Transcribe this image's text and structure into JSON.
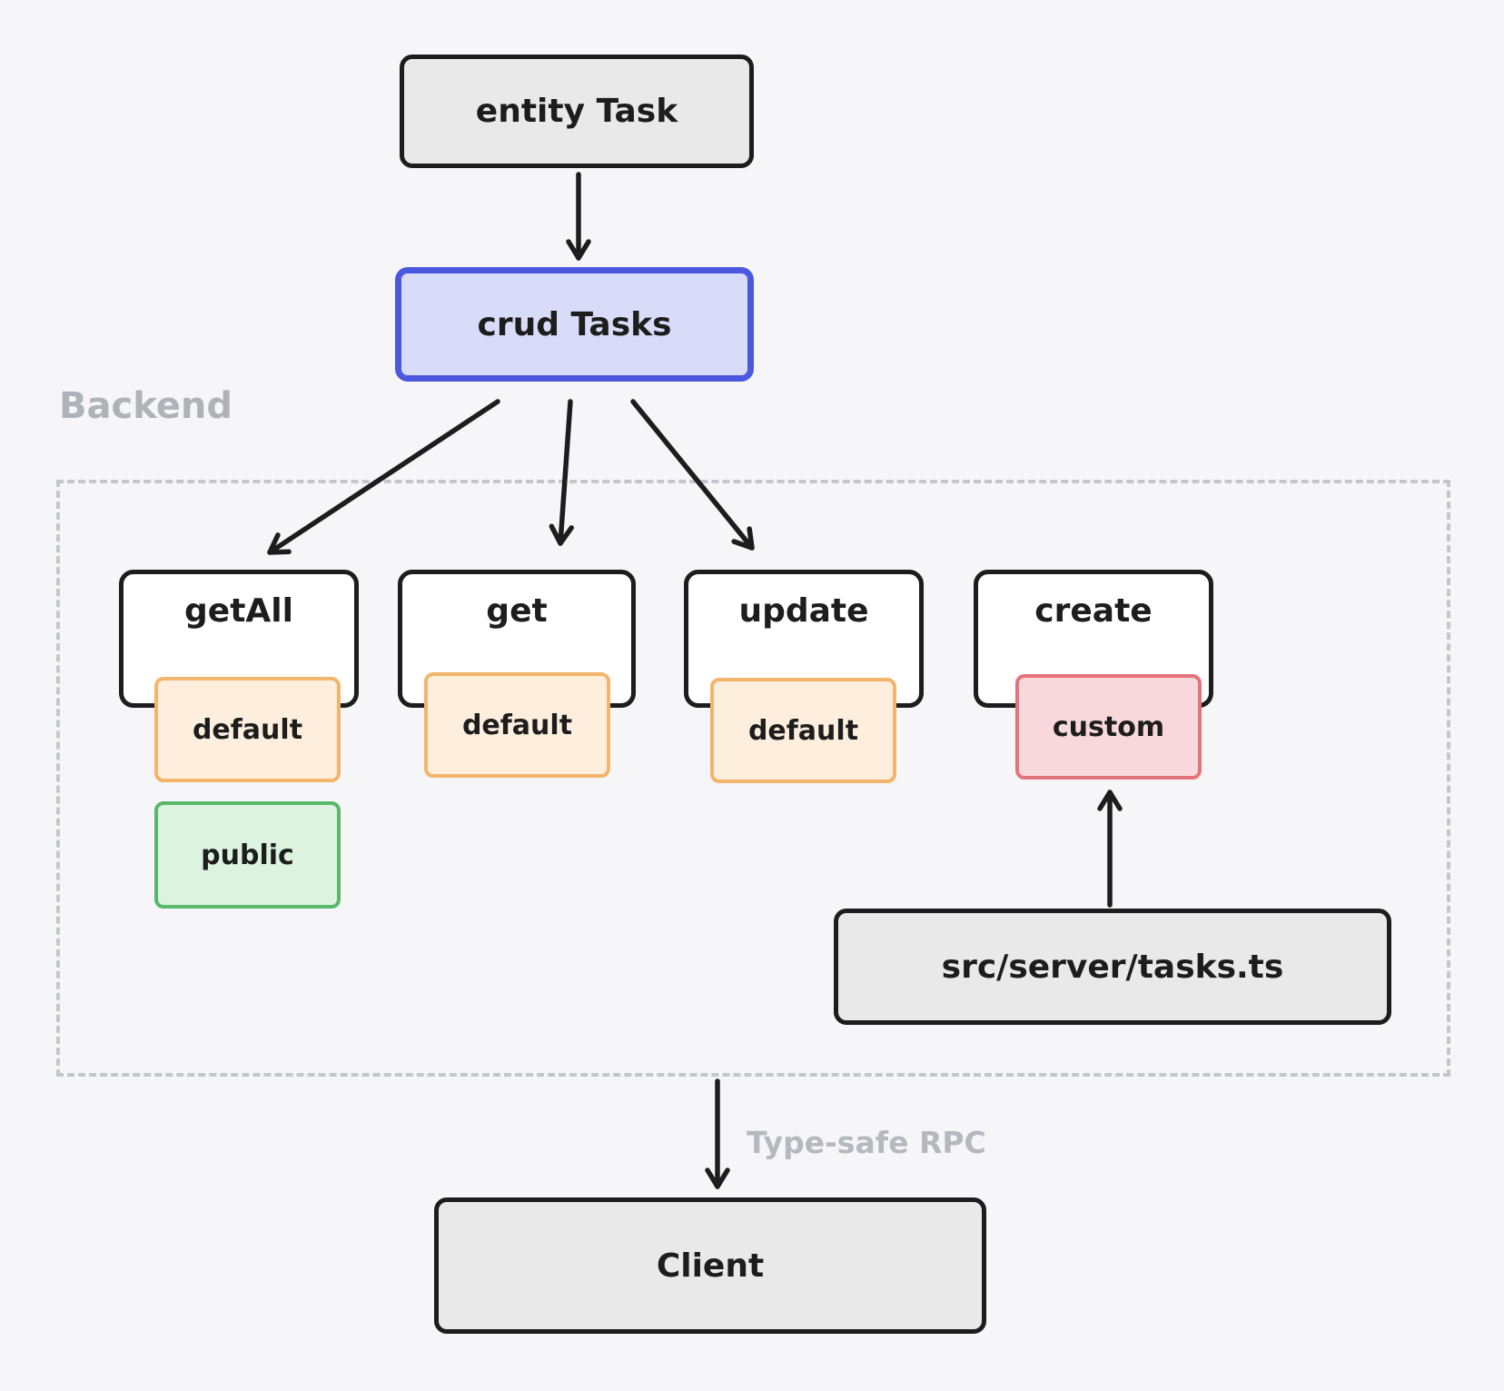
{
  "diagram": {
    "nodes": {
      "entity": {
        "label": "entity Task"
      },
      "crud": {
        "label": "crud Tasks"
      },
      "getAll": {
        "label": "getAll"
      },
      "get": {
        "label": "get"
      },
      "update": {
        "label": "update"
      },
      "create": {
        "label": "create"
      },
      "tasks_file": {
        "label": "src/server/tasks.ts"
      },
      "client": {
        "label": "Client"
      }
    },
    "badges": {
      "getAll_default": {
        "label": "default"
      },
      "get_default": {
        "label": "default"
      },
      "update_default": {
        "label": "default"
      },
      "create_custom": {
        "label": "custom"
      },
      "getAll_public": {
        "label": "public"
      }
    },
    "labels": {
      "backend_zone": "Backend",
      "rpc": "Type-safe RPC"
    },
    "colors": {
      "background": "#f6f6f8",
      "node_border": "#1d1d1d",
      "gray_fill": "#e9e9e9",
      "crud_fill": "#d9dcf8",
      "crud_border": "#4a58e0",
      "default_fill": "#fdeedd",
      "default_border": "#f3b56b",
      "custom_fill": "#f9d8db",
      "custom_border": "#e5737c",
      "public_fill": "#dcf3e0",
      "public_border": "#58b96a",
      "muted_text": "#b0b5bb",
      "dashed_border": "#c3c7cb"
    }
  }
}
